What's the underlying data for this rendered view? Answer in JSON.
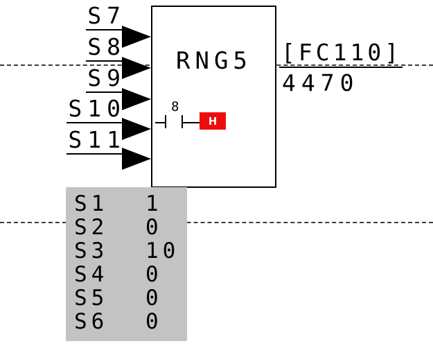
{
  "block": {
    "title": "RNG5",
    "bus_width": "8",
    "h_label": "H"
  },
  "inputs": [
    {
      "label": "S7"
    },
    {
      "label": "S8"
    },
    {
      "label": "S9"
    },
    {
      "label": "S10"
    },
    {
      "label": "S11"
    }
  ],
  "output": {
    "tag": "[FC110]",
    "value": "4470"
  },
  "param_table": {
    "rows": [
      {
        "name": "S1",
        "value": "1"
      },
      {
        "name": "S2",
        "value": "0"
      },
      {
        "name": "S3",
        "value": "10"
      },
      {
        "name": "S4",
        "value": "0"
      },
      {
        "name": "S5",
        "value": "0"
      },
      {
        "name": "S6",
        "value": "0"
      }
    ]
  },
  "colors": {
    "h_box": "#ee0d0d",
    "table_bg": "#c3c3c3",
    "line": "#000000"
  }
}
